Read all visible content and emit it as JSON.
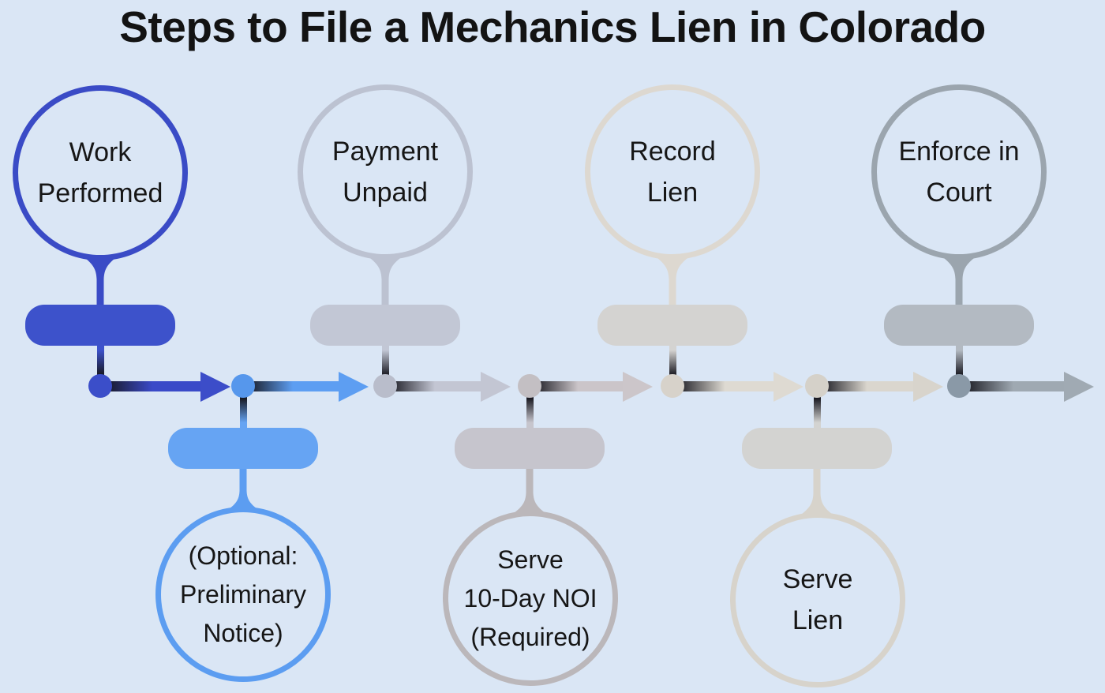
{
  "title": "Steps to File a Mechanics Lien in Colorado",
  "diagram_type": "timeline-flowchart",
  "steps": [
    {
      "order": 1,
      "label": "Work\nPerformed",
      "row": "top",
      "color": "#3b4cc7"
    },
    {
      "order": 2,
      "label": "(Optional:\nPreliminary\nNotice)",
      "row": "bottom",
      "color": "#5d9ef2"
    },
    {
      "order": 3,
      "label": "Payment\nUnpaid",
      "row": "top",
      "color": "#c0c5d3"
    },
    {
      "order": 4,
      "label": "Serve\n10-Day NOI\n(Required)",
      "row": "bottom",
      "color": "#c1bdc0"
    },
    {
      "order": 5,
      "label": "Record\nLien",
      "row": "top",
      "color": "#dcd8d0"
    },
    {
      "order": 6,
      "label": "Serve\nLien",
      "row": "bottom",
      "color": "#d7d3cb"
    },
    {
      "order": 7,
      "label": "Enforce in\nCourt",
      "row": "top",
      "color": "#9ca6af"
    }
  ],
  "palette": {
    "background": "#dae6f5",
    "text": "#141414",
    "connector_shadow": "#17171f"
  }
}
